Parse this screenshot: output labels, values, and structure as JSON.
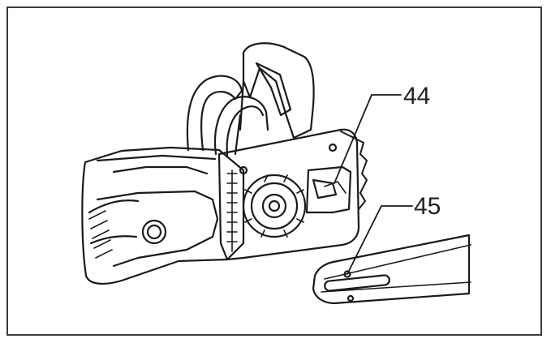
{
  "callouts": [
    {
      "id": "44",
      "label": "44"
    },
    {
      "id": "45",
      "label": "45"
    }
  ],
  "colors": {
    "line": "#1a1a1a",
    "frame": "#3a3a3a",
    "background": "#ffffff"
  }
}
